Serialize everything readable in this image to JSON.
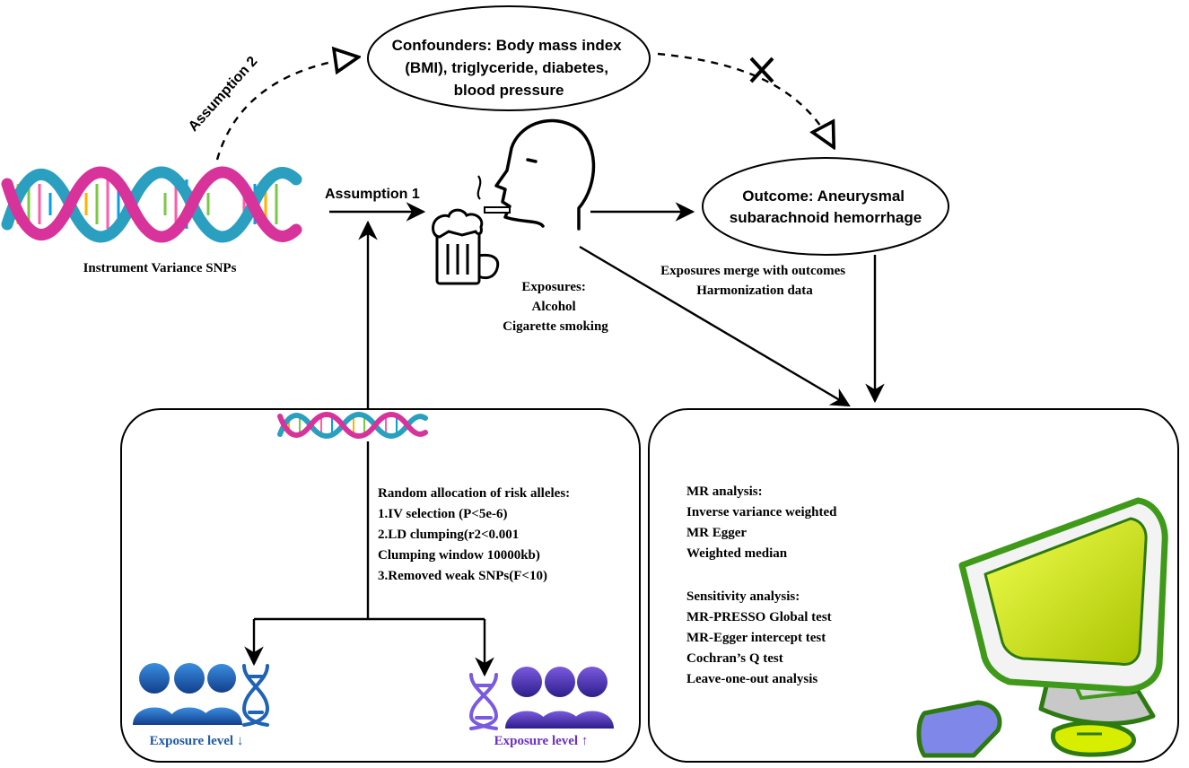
{
  "confounders": {
    "lines": [
      "Confounders: Body mass index",
      "(BMI), triglyceride, diabetes,",
      "blood pressure"
    ]
  },
  "outcome": {
    "lines": [
      "Outcome: Aneurysmal",
      "subarachnoid hemorrhage"
    ]
  },
  "assumption_1": "Assumption 1",
  "assumption_2": "Assumption 2",
  "instrument_label": "Instrument Variance SNPs",
  "exposures": {
    "lines": [
      "Exposures:",
      "Alcohol",
      "Cigarette smoking"
    ]
  },
  "merge_note": {
    "lines": [
      "Exposures merge with outcomes",
      "Harmonization data"
    ]
  },
  "iv_selection": {
    "lines": [
      "Random allocation of risk alleles:",
      "1.IV selection (P<5e-6)",
      "2.LD  clumping(r2<0.001",
      "Clumping window 10000kb)",
      "3.Removed weak SNPs(F<10)"
    ]
  },
  "exposure_low": "Exposure level ↓",
  "exposure_high": "Exposure level ↑",
  "analysis": {
    "mr_lines": [
      "MR analysis:",
      "Inverse variance weighted",
      "MR Egger",
      "Weighted median"
    ],
    "sensitivity_lines": [
      "Sensitivity analysis:",
      "MR-PRESSO Global test",
      "MR-Egger intercept test",
      "Cochran’s Q test",
      "Leave-one-out analysis"
    ]
  },
  "colors": {
    "dna_magenta": "#d8339b",
    "dna_teal": "#2a9fc0",
    "people_blue": "#1e63b5",
    "people_purple": "#5b3bc4",
    "low_label": "#1f5aa6",
    "high_label": "#6b2fc4",
    "monitor_green": "#3f9a1a",
    "screen_yellow": "#d6ea00"
  },
  "icons": [
    "dna-helix-icon",
    "smoking-person-icon",
    "beer-mug-icon",
    "people-group-icon",
    "dna-strand-icon",
    "computer-monitor-icon",
    "cross-mark-icon"
  ]
}
